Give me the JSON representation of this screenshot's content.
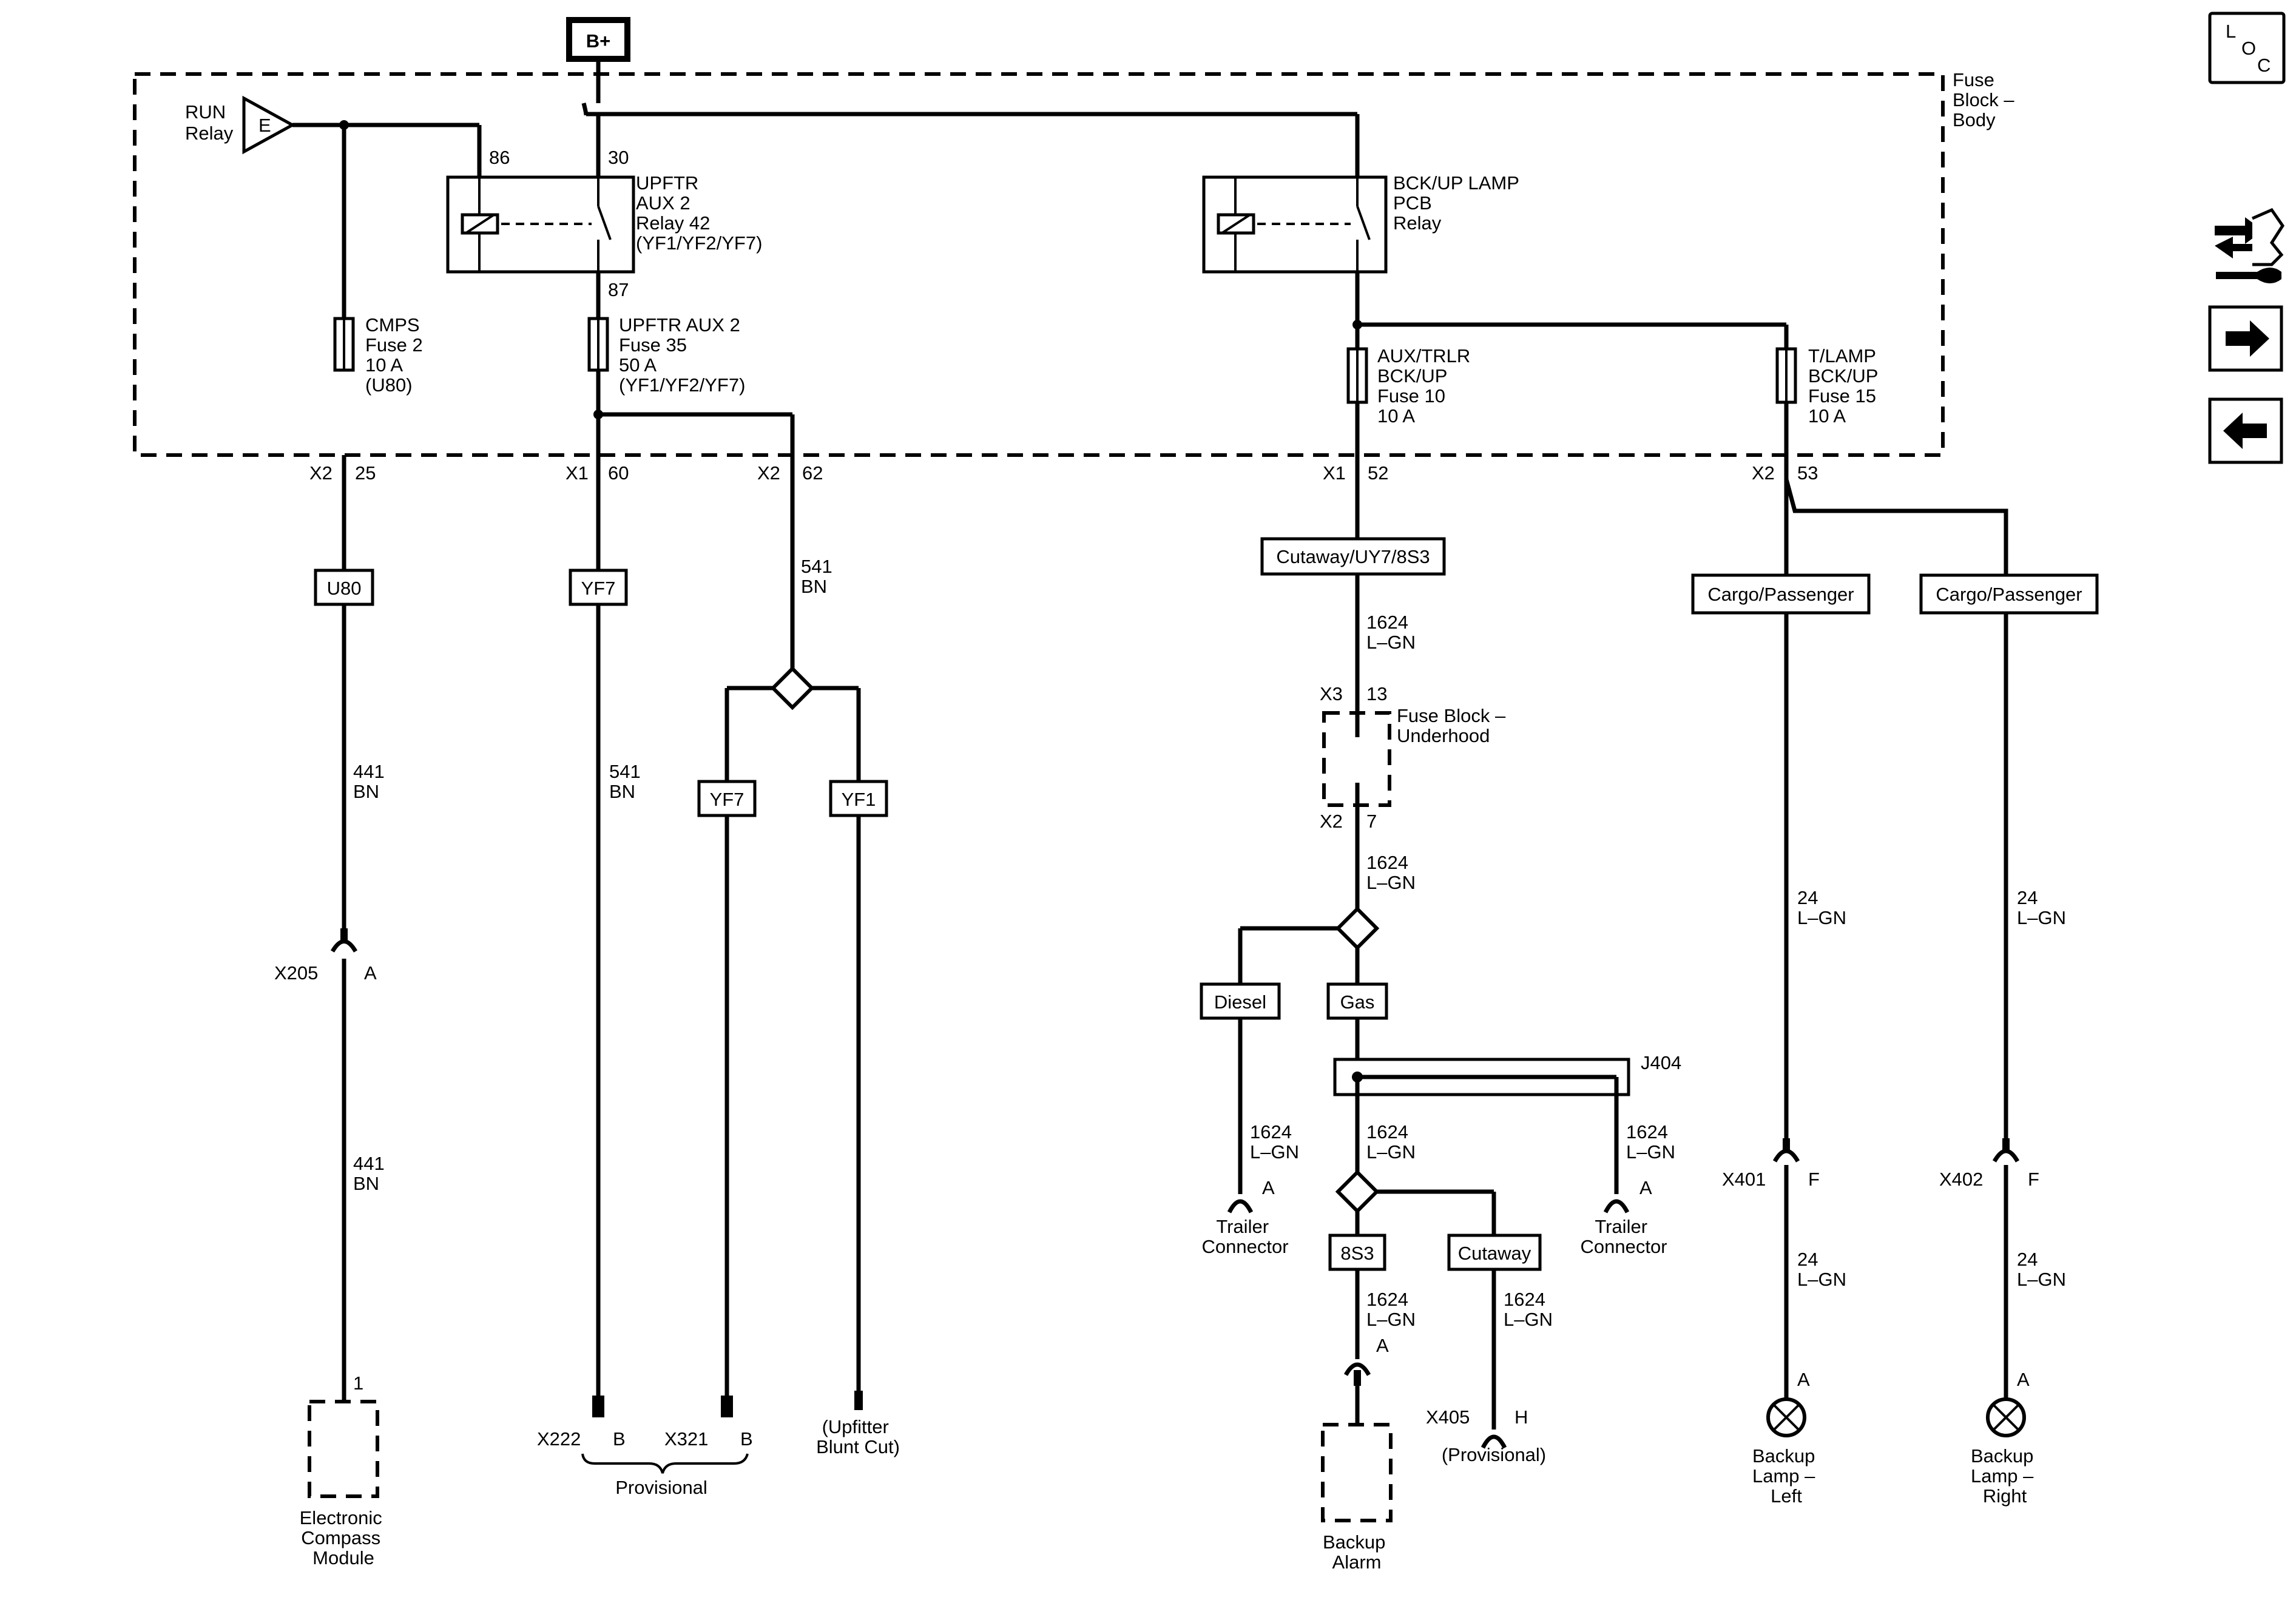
{
  "supply": "B+",
  "fuse_block": {
    "title": [
      "Fuse",
      "Block –",
      "Body"
    ]
  },
  "run_relay": {
    "label": [
      "RUN",
      "Relay"
    ],
    "letter": "E"
  },
  "relay_upftr": {
    "label": [
      "UPFTR",
      "AUX 2",
      "Relay 42",
      "(YF1/YF2/YF7)"
    ],
    "pin86": "86",
    "pin30": "30",
    "pin87": "87"
  },
  "relay_bckup": {
    "label": [
      "BCK/UP LAMP",
      "PCB",
      "Relay"
    ]
  },
  "fuses": [
    {
      "label": [
        "CMPS",
        "Fuse 2",
        "10 A",
        "(U80)"
      ]
    },
    {
      "label": [
        "UPFTR AUX 2",
        "Fuse 35",
        "50 A",
        "(YF1/YF2/YF7)"
      ]
    },
    {
      "label": [
        "AUX/TRLR",
        "BCK/UP",
        "Fuse 10",
        "10 A"
      ]
    },
    {
      "label": [
        "T/LAMP",
        "BCK/UP",
        "Fuse 15",
        "10 A"
      ]
    }
  ],
  "pins": {
    "p1": [
      "X2",
      "25"
    ],
    "p2": [
      "X1",
      "60"
    ],
    "p3": [
      "X2",
      "62"
    ],
    "p4": [
      "X1",
      "52"
    ],
    "p5": [
      "X2",
      "53"
    ]
  },
  "options": {
    "u80": "U80",
    "yf7a": "YF7",
    "yf7b": "YF7",
    "yf1": "YF1",
    "cutaway_main": "Cutaway/UY7/8S3",
    "diesel": "Diesel",
    "gas": "Gas",
    "s8s3": "8S3",
    "cutaway": "Cutaway",
    "cargo1": "Cargo/Passenger",
    "cargo2": "Cargo/Passenger"
  },
  "wires": {
    "w441a": [
      "441",
      "BN"
    ],
    "w441b": [
      "441",
      "BN"
    ],
    "w541a": [
      "541",
      "BN"
    ],
    "w541b": [
      "541",
      "BN"
    ],
    "w1624a": [
      "1624",
      "L–GN"
    ],
    "w1624b": [
      "1624",
      "L–GN"
    ],
    "w1624c": [
      "1624",
      "L–GN"
    ],
    "w1624d": [
      "1624",
      "L–GN"
    ],
    "w1624e": [
      "1624",
      "L–GN"
    ],
    "w1624f": [
      "1624",
      "L–GN"
    ],
    "w1624g": [
      "1624",
      "L–GN"
    ],
    "w24a": [
      "24",
      "L–GN"
    ],
    "w24b": [
      "24",
      "L–GN"
    ],
    "w24c": [
      "24",
      "L–GN"
    ],
    "w24d": [
      "24",
      "L–GN"
    ]
  },
  "connectors": {
    "x205": "X205",
    "x205pin": "A",
    "x3": "X3",
    "x3pin": "13",
    "x2u": "X2",
    "x2upin": "7",
    "x401": "X401",
    "x401pin": "F",
    "x402": "X402",
    "x402pin": "F",
    "x222": "X222",
    "x222pin": "B",
    "x321": "X321",
    "x321pin": "B",
    "x405": "X405",
    "x405pin": "H",
    "j404": "J404",
    "tc1pin": "A",
    "tc2pin": "A",
    "alarmpin": "A",
    "lampLpin": "A",
    "lampRpin": "A",
    "ecmpin": "1"
  },
  "components": {
    "fuse_underhood": [
      "Fuse Block –",
      "Underhood"
    ],
    "compass": [
      "Electronic",
      "Compass",
      "Module"
    ],
    "provisional": "Provisional",
    "upfitter": [
      "(Upfitter",
      "Blunt Cut)"
    ],
    "trailer1": [
      "Trailer",
      "Connector"
    ],
    "trailer2": [
      "Trailer",
      "Connector"
    ],
    "alarm": [
      "Backup",
      "Alarm"
    ],
    "x405prov": "(Provisional)",
    "lamp_left": [
      "Backup",
      "Lamp –",
      "Left"
    ],
    "lamp_right": [
      "Backup",
      "Lamp –",
      "Right"
    ]
  },
  "nav": {
    "loc": [
      "L",
      "O",
      "C"
    ],
    "forward_icon": "arrow-right",
    "back_icon": "arrow-left",
    "tool_icon": "wrench-arrows"
  }
}
